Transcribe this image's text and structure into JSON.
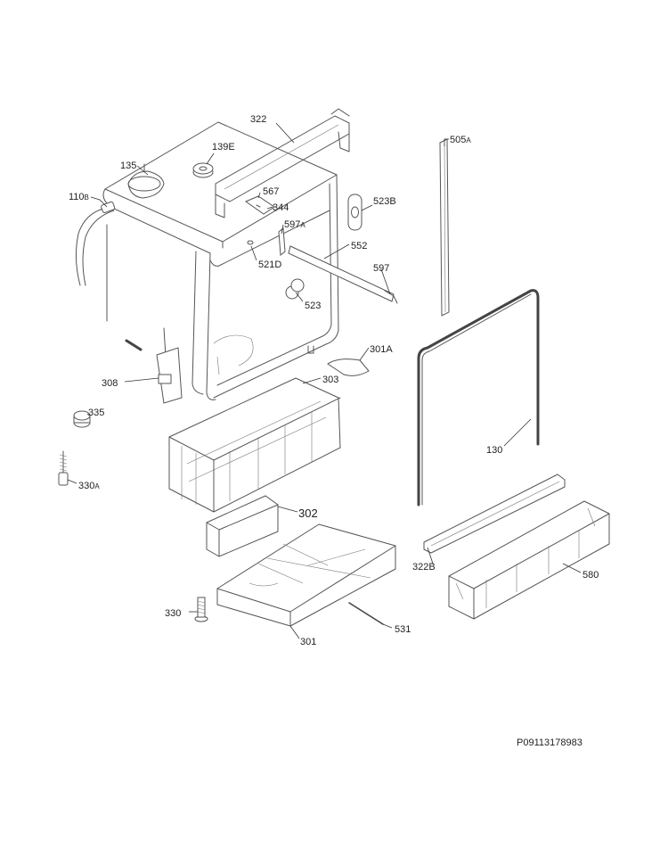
{
  "document_number": "P09113178983",
  "labels": {
    "l322": "322",
    "l505a": "505",
    "l505a_sub": "A",
    "l139e": "139E",
    "l135": "135",
    "l110b": "110",
    "l110b_sub": "B",
    "l567": "567",
    "l344": "344",
    "l523b": "523B",
    "l597a": "597",
    "l597a_sub": "A",
    "l552": "552",
    "l521d": "521D",
    "l597": "597",
    "l523": "523",
    "l301a": "301A",
    "l308": "308",
    "l303": "303",
    "l335": "335",
    "l130": "130",
    "l330a": "330",
    "l330a_sub": "A",
    "l302": "302",
    "l322b": "322B",
    "l580": "580",
    "l330": "330",
    "l531": "531",
    "l301": "301"
  }
}
